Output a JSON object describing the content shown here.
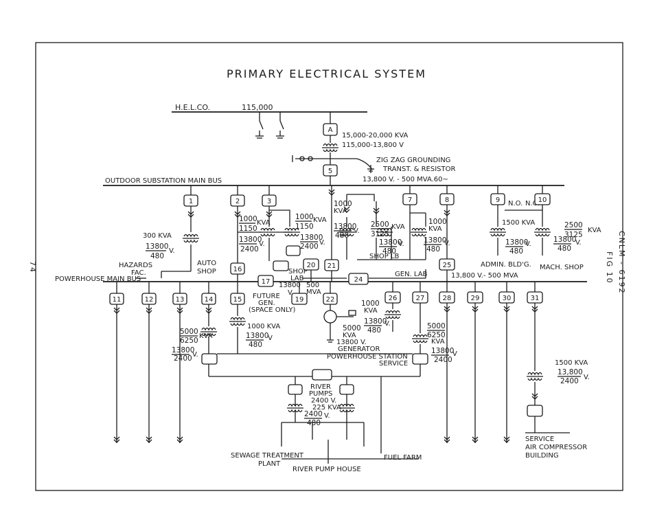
{
  "title": "PRIMARY ELECTRICAL SYSTEM",
  "page_number": "74",
  "figure_label": "FIG 10",
  "drawing_number": "CNLM - 6192",
  "utility": {
    "name": "H.E.L.CO.",
    "voltage": "115,000"
  },
  "main_transformer": {
    "id": "A",
    "rating": "15,000-20,000 KVA",
    "ratio": "115,000-13,800 V"
  },
  "grounding": {
    "id": "5",
    "line1": "ZIG ZAG GROUNDING",
    "line2": "TRANST. & RESISTOR",
    "bus_rating": "13,800 V. - 500 MVA.60~"
  },
  "buses": {
    "outdoor": "OUTDOOR SUBSTATION MAIN BUS",
    "powerhouse": "POWERHOUSE MAIN BUS",
    "lower_rating": "13,800 V.- 500 MVA"
  },
  "nodes": {
    "n1": "1",
    "n2": "2",
    "n3": "3",
    "n7": "7",
    "n8": "8",
    "n9": "9",
    "n10": "10",
    "n11": "11",
    "n12": "12",
    "n13": "13",
    "n14": "14",
    "n15": "15",
    "n16": "16",
    "n17": "17",
    "n19": "19",
    "n20": "20",
    "n21": "21",
    "n22": "22",
    "n24": "24",
    "n25": "25",
    "n26": "26",
    "n27": "27",
    "n28": "28",
    "n29": "29",
    "n30": "30",
    "n31": "31"
  },
  "labels": {
    "kva300": "300 KVA",
    "t1_hv": "13800",
    "t1_lv": "480",
    "t1_v": "V.",
    "hazards1": "HAZARDS",
    "hazards2": "FAC.",
    "auto1": "AUTO",
    "auto2": "SHOP",
    "t2_a": "1000",
    "t2_b": "1150",
    "t2_kva": "KVA",
    "t2_hv": "13800",
    "t2_lv": "2400",
    "t2_v": "V.",
    "t3_a": "1000",
    "t3_b": "1150",
    "t3_kva": "KVA",
    "t3_hv": "13800",
    "t3_lv": "2400",
    "t3_v": "V.",
    "shop1": "SHOP",
    "shop2": "LAB",
    "mva500_a": "500",
    "mva500_b": "MVA",
    "t13800v": "13800",
    "t13800v_v": "V.",
    "t21_kva_a": "1000",
    "t21_kva_b": "KVA",
    "t21_hv": "13800",
    "t21_lv": "480",
    "t21_v": "V.",
    "t_gl_a": "2500",
    "t_gl_b": "3125",
    "t_gl_kva": "KVA",
    "t_gl_hv": "13800",
    "t_gl_lv": "480",
    "t_gl_v": "V.",
    "t7_kva_a": "1000",
    "t7_kva_b": "KVA",
    "t7_hv": "13800",
    "t7_lv": "480",
    "t7_v": "V.",
    "shop_lb": "SHOP LB",
    "gen_lab": "GEN. LAB",
    "no1": "N.O.",
    "no2": "N.O.",
    "t9_kva": "1500 KVA",
    "t9_hv": "13800",
    "t9_lv": "480",
    "t9_v": "V.",
    "admin": "ADMIN. BLD'G.",
    "t10_a": "2500",
    "t10_b": "3125",
    "t10_kva": "KVA",
    "t10_hv": "13800",
    "t10_lv": "480",
    "t10_v": "V.",
    "mach": "MACH. SHOP",
    "future1": "FUTURE",
    "future2": "GEN.",
    "future3": "(SPACE ONLY)",
    "t15_kva": "1000 KVA",
    "t15_hv": "13800",
    "t15_lv": "480",
    "t15_v": "V",
    "t14_a": "5000",
    "t14_b": "6250",
    "t14_kva": "KVA",
    "t14_hv": "13800",
    "t14_lv": "2400",
    "t14_v": "V.",
    "gen_kva_a": "5000",
    "gen_kva_b": "KVA",
    "gen_v": "13800 V.",
    "gen": "GENERATOR",
    "t26_kva_a": "1000",
    "t26_kva_b": "KVA",
    "t26_hv": "13800",
    "t26_lv": "480",
    "t26_v": "V.",
    "t27_a": "5000",
    "t27_b": "6250",
    "t27_kva": "KVA",
    "t27_hv": "13800",
    "t27_lv": "2400",
    "t27_v": "V",
    "station1": "POWERHOUSE STATION",
    "station2": "SERVICE",
    "t31_kva": "1500 KVA",
    "t31_hv": "13,800",
    "t31_lv": "2400",
    "t31_v": "V.",
    "river1": "RIVER",
    "river2": "PUMPS",
    "rp_2400v": "2400 V.",
    "rp_225": "225 KVA",
    "rp_hv": "2400",
    "rp_lv": "480",
    "rp_v": "V.",
    "sewage1": "SEWAGE TREATMENT",
    "sewage2": "PLANT",
    "pumphouse": "RIVER PUMP HOUSE",
    "fuel": "FUEL FARM",
    "svc1": "SERVICE",
    "svc2": "AIR COMPRESSOR",
    "svc3": "BUILDING"
  }
}
